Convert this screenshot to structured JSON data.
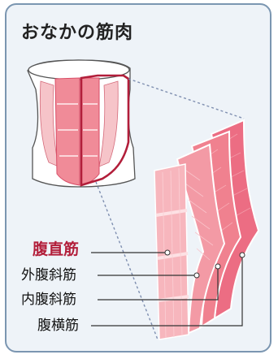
{
  "title": "おなかの筋肉",
  "labels": {
    "rectus": "腹直筋",
    "external_oblique": "外腹斜筋",
    "internal_oblique": "内腹斜筋",
    "transversus": "腹横筋"
  },
  "colors": {
    "accent": "#b21e3a",
    "panel_bg": "#eef3f8",
    "panel_border": "#7b96b1",
    "muscle_light": "#f7b6bd",
    "muscle_mid": "#f08b98",
    "muscle_dark": "#e0506a"
  }
}
